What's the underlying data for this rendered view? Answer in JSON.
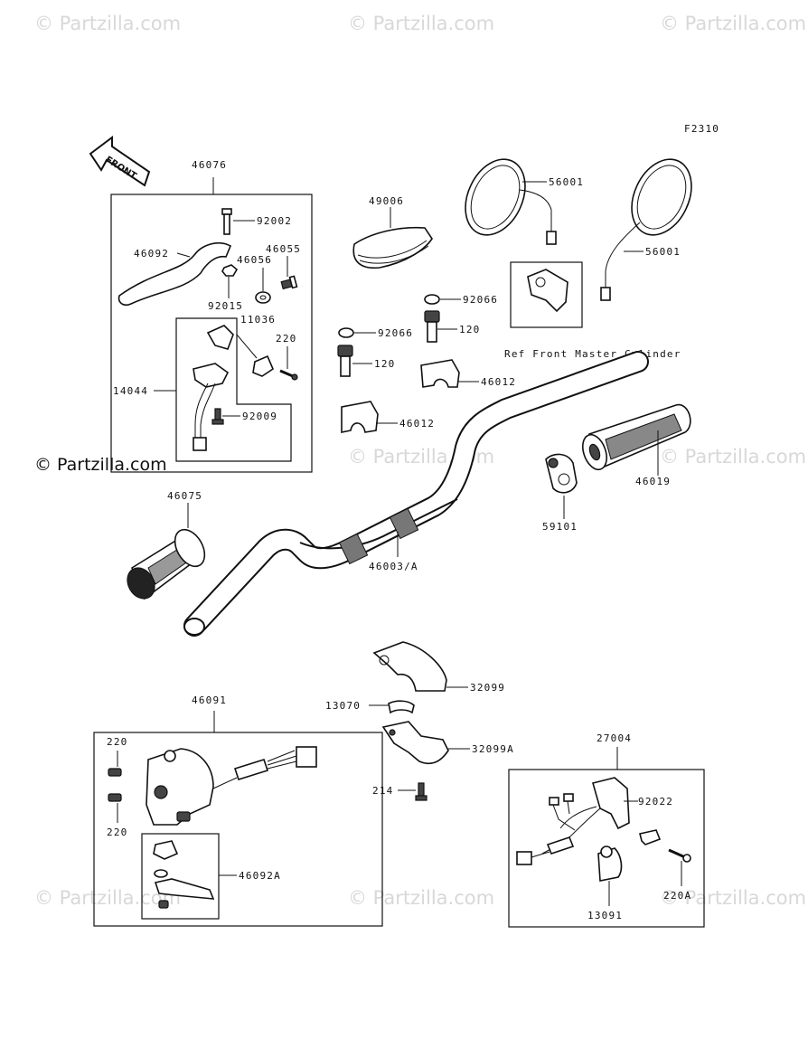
{
  "figure_code": "F2310",
  "front_label": "FRONT",
  "ref_label": "Ref Front Master Cylinder",
  "watermark": "© Partzilla.com",
  "labels": {
    "p46076": "46076",
    "p92002": "92002",
    "p46092": "46092",
    "p46055": "46055",
    "p46056": "46056",
    "p92015": "92015",
    "p11036": "11036",
    "p220a": "220",
    "p14044": "14044",
    "p92009": "92009",
    "p49006": "49006",
    "p56001a": "56001",
    "p56001b": "56001",
    "p92066a": "92066",
    "p120a": "120",
    "p92066b": "92066",
    "p120b": "120",
    "p46012a": "46012",
    "p46012b": "46012",
    "p46019": "46019",
    "p59101": "59101",
    "p46075": "46075",
    "p46003": "46003/A",
    "p32099": "32099",
    "p13070": "13070",
    "p32099a": "32099A",
    "p214": "214",
    "p46091": "46091",
    "p220b": "220",
    "p220c": "220",
    "p46092a": "46092A",
    "p27004": "27004",
    "p92022": "92022",
    "p220d": "220A",
    "p13091": "13091"
  }
}
